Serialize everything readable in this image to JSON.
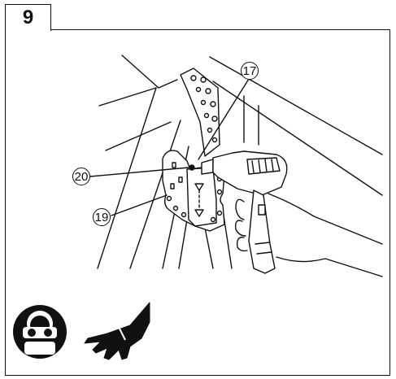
{
  "step": {
    "number": "9"
  },
  "callouts": {
    "c17": "17",
    "c19": "19",
    "c20": "20"
  },
  "icons": [
    "safety-goggles-icon",
    "sharp-edge-hand-icon"
  ]
}
